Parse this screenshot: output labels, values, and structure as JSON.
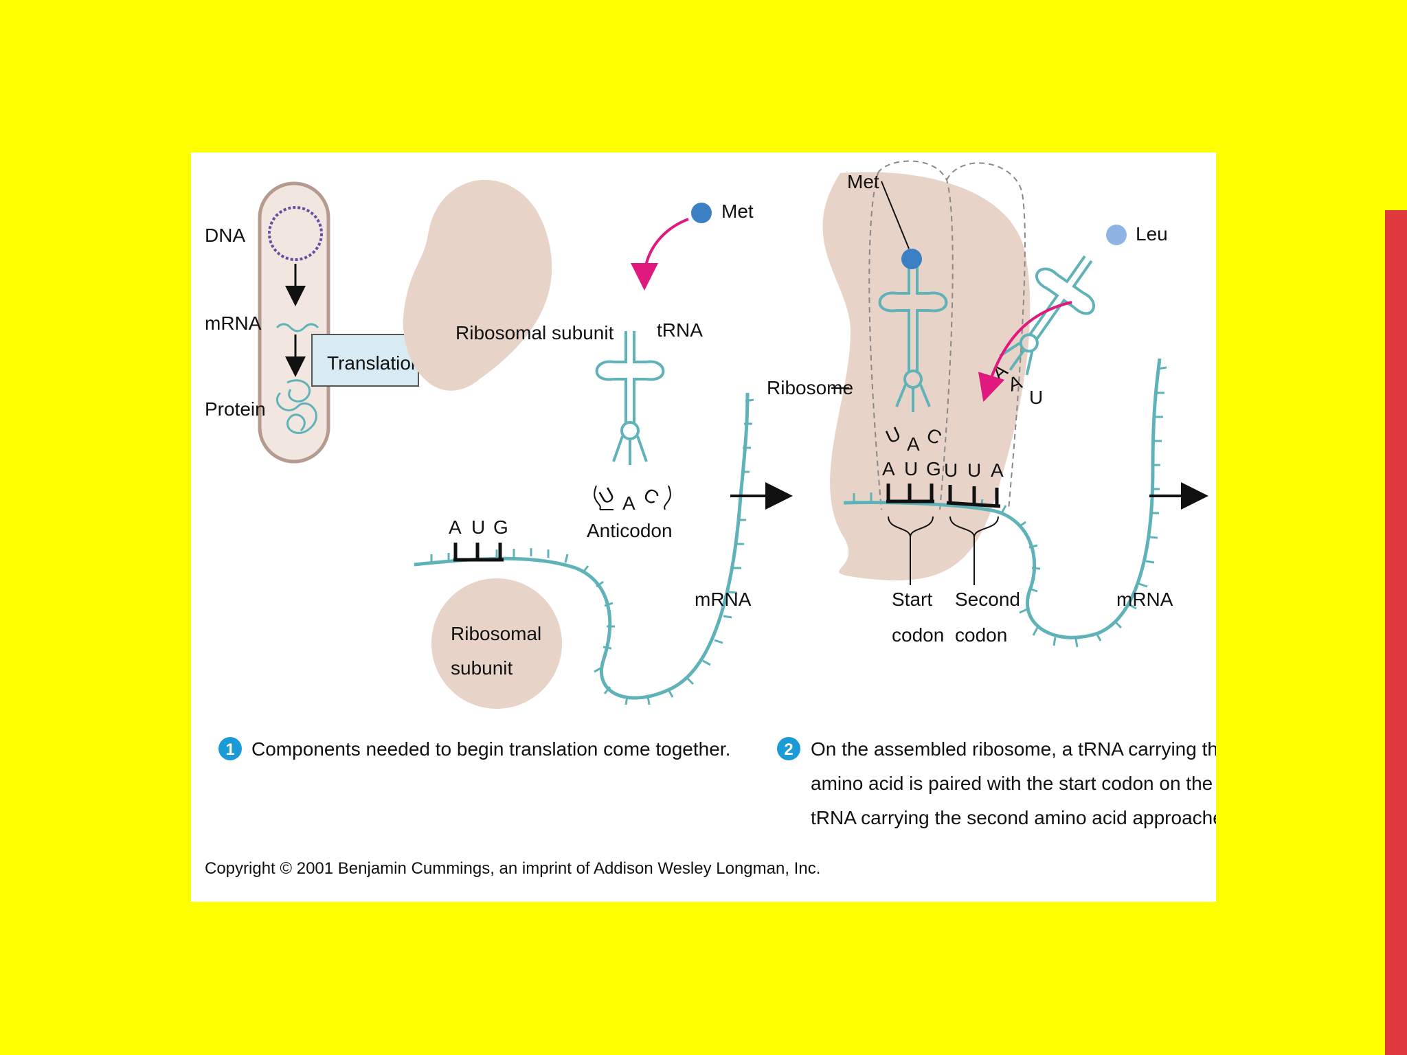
{
  "colors": {
    "background": "#ffff00",
    "accent_bar": "#e0393e",
    "ribosome": "#e8d3c9",
    "strand": "#5fb3b8",
    "arrow": "#e0197f",
    "met": "#3b7fc4",
    "leu": "#8fb4e3",
    "step_badge": "#1a9ad6"
  },
  "panel1": {
    "cell": {
      "dna": "DNA",
      "mrna": "mRNA",
      "protein": "Protein",
      "translation": "Translation"
    },
    "large_subunit": "Ribosomal subunit",
    "small_subunit_line1": "Ribosomal",
    "small_subunit_line2": "subunit",
    "amino_acid": "Met",
    "trna": "tRNA",
    "anticodon_label": "Anticodon",
    "anticodon": [
      "U",
      "A",
      "C"
    ],
    "codon": [
      "A",
      "U",
      "G"
    ],
    "mrna": "mRNA"
  },
  "panel2": {
    "amino_acid_1": "Met",
    "amino_acid_2": "Leu",
    "ribosome": "Ribosome",
    "anticodon_1": [
      "U",
      "A",
      "C"
    ],
    "anticodon_2": [
      "A",
      "A",
      "U"
    ],
    "codon_1": [
      "A",
      "U",
      "G"
    ],
    "codon_2": [
      "U",
      "U",
      "A"
    ],
    "start_codon_line1": "Start",
    "start_codon_line2": "codon",
    "second_codon_line1": "Second",
    "second_codon_line2": "codon",
    "mrna": "mRNA"
  },
  "captions": {
    "step1_number": "1",
    "step1_text": "Components needed to begin translation come together.",
    "step2_number": "2",
    "step2_line1": "On the assembled ribosome, a tRNA carrying the first",
    "step2_line2": "amino acid is paired with the start codon on the mRNA. A",
    "step2_line3": "tRNA carrying the second amino acid approaches."
  },
  "copyright": "Copyright © 2001 Benjamin Cummings, an imprint of Addison Wesley Longman, Inc."
}
